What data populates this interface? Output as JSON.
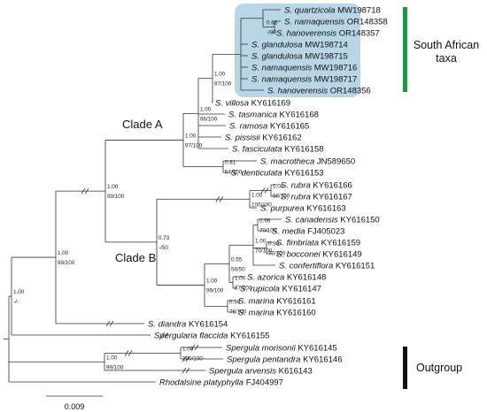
{
  "colors": {
    "highlight_box": "#b9d6e6",
    "south_african_bar": "#1a9a3c",
    "outgroup_bar": "#111111",
    "branch": "#333333"
  },
  "tree": {
    "taxa": [
      {
        "id": "t1",
        "genus": "S. quartzicola",
        "accession": "MW198718"
      },
      {
        "id": "t2",
        "genus": "S. namaquensis",
        "accession": "OR148358"
      },
      {
        "id": "t3",
        "genus": "S. hanoverensis",
        "accession": "OR148357"
      },
      {
        "id": "t4",
        "genus": "S. glandulosa",
        "accession": "MW198714"
      },
      {
        "id": "t5",
        "genus": "S. glandulosa",
        "accession": "MW198715"
      },
      {
        "id": "t6",
        "genus": "S. namaquensis",
        "accession": "MW198716"
      },
      {
        "id": "t7",
        "genus": "S. namaquensis",
        "accession": "MW198717"
      },
      {
        "id": "t8",
        "genus": "S. hanoverensis",
        "accession": "OR148356"
      },
      {
        "id": "t9",
        "genus": "S. villosa",
        "accession": "KY616169"
      },
      {
        "id": "t10",
        "genus": "S. tasmanica",
        "accession": "KY616168"
      },
      {
        "id": "t11",
        "genus": "S. ramosa",
        "accession": "KY616165"
      },
      {
        "id": "t12",
        "genus": "S. pissisii",
        "accession": "KY616162"
      },
      {
        "id": "t13",
        "genus": "S. fasciculata",
        "accession": "KY616158"
      },
      {
        "id": "t14",
        "genus": "S. macrotheca",
        "accession": "JN589650"
      },
      {
        "id": "t15",
        "genus": "S. denticulata",
        "accession": "KY616153"
      },
      {
        "id": "t16",
        "genus": "S. rubra",
        "accession": "KY616166"
      },
      {
        "id": "t17",
        "genus": "S. rubra",
        "accession": "KY616167"
      },
      {
        "id": "t18",
        "genus": "S. purpurea",
        "accession": "KY616163"
      },
      {
        "id": "t19",
        "genus": "S. canadensis",
        "accession": "KY616150"
      },
      {
        "id": "t20",
        "genus": "S. media",
        "accession": "FJ405023"
      },
      {
        "id": "t21",
        "genus": "S. fimbriata",
        "accession": "KY616159"
      },
      {
        "id": "t22",
        "genus": "S. bocconei",
        "accession": "KY616149"
      },
      {
        "id": "t23",
        "genus": "S. confertiflora",
        "accession": "KY616151"
      },
      {
        "id": "t24",
        "genus": "S. azorica",
        "accession": "KY616148"
      },
      {
        "id": "t25",
        "genus": "S. rupicola",
        "accession": "KY616147"
      },
      {
        "id": "t26",
        "genus": "S. marina",
        "accession": "KY616161"
      },
      {
        "id": "t27",
        "genus": "S. marina",
        "accession": "KY616160"
      },
      {
        "id": "t28",
        "genus": "S. diandra",
        "accession": "KY616154"
      },
      {
        "id": "t29",
        "genus": "Spergularia flaccida",
        "accession": "KY616155"
      },
      {
        "id": "t30",
        "genus": "Spergula morisonii",
        "accession": "KY616145"
      },
      {
        "id": "t31",
        "genus": "Spergula pentandra",
        "accession": "KY616146"
      },
      {
        "id": "t32",
        "genus": "Spergula arvensis",
        "accession": "K616143"
      },
      {
        "id": "t33",
        "genus": "Rhodalsine platyphylla",
        "accession": "FJ404997"
      }
    ],
    "support_values": [
      {
        "id": "n_qn",
        "pp": "0.68",
        "bs": "-/80"
      },
      {
        "id": "n_sa",
        "pp": "1.00",
        "bs": "87/100"
      },
      {
        "id": "n_sav",
        "pp": "1.00",
        "bs": "86/100"
      },
      {
        "id": "n_cladeA",
        "pp": "1.00",
        "bs": "97/100"
      },
      {
        "id": "n_md",
        "pp": "0.81",
        "bs": "54/100"
      },
      {
        "id": "n_AB",
        "pp": "1.00",
        "bs": "99/100"
      },
      {
        "id": "n_cladeB",
        "pp": "0.73",
        "bs": "-/50"
      },
      {
        "id": "n_rp",
        "pp": "1.00",
        "bs": "100/100"
      },
      {
        "id": "n_rr",
        "pp": "1.00",
        "bs": "98/100"
      },
      {
        "id": "n_cm",
        "pp": "0.96",
        "bs": "70/100"
      },
      {
        "id": "n_cmfbc",
        "pp": "1.00",
        "bs": "70/100"
      },
      {
        "id": "n_fb",
        "pp": "0.99",
        "bs": "70/100"
      },
      {
        "id": "n_big",
        "pp": "0.55",
        "bs": "56/50"
      },
      {
        "id": "n_ar",
        "pp": "1.00",
        "bs": "87/100"
      },
      {
        "id": "n_bm",
        "pp": "1.00",
        "bs": "99/100"
      },
      {
        "id": "n_mm",
        "pp": "0.99",
        "bs": "76/100"
      },
      {
        "id": "n_ing",
        "pp": "1.00",
        "bs": "99/100"
      },
      {
        "id": "n_ingsp",
        "pp": "1.00",
        "bs": "-/-"
      },
      {
        "id": "n_spergula",
        "pp": "1.00",
        "bs": "99/100"
      },
      {
        "id": "n_mp",
        "pp": "1.00",
        "bs": "100/100"
      }
    ]
  },
  "labels": {
    "clade_a": "Clade A",
    "clade_b": "Clade B",
    "south_african_line1": "South African",
    "south_african_line2": "taxa",
    "outgroup": "Outgroup",
    "scale": "0.009"
  }
}
